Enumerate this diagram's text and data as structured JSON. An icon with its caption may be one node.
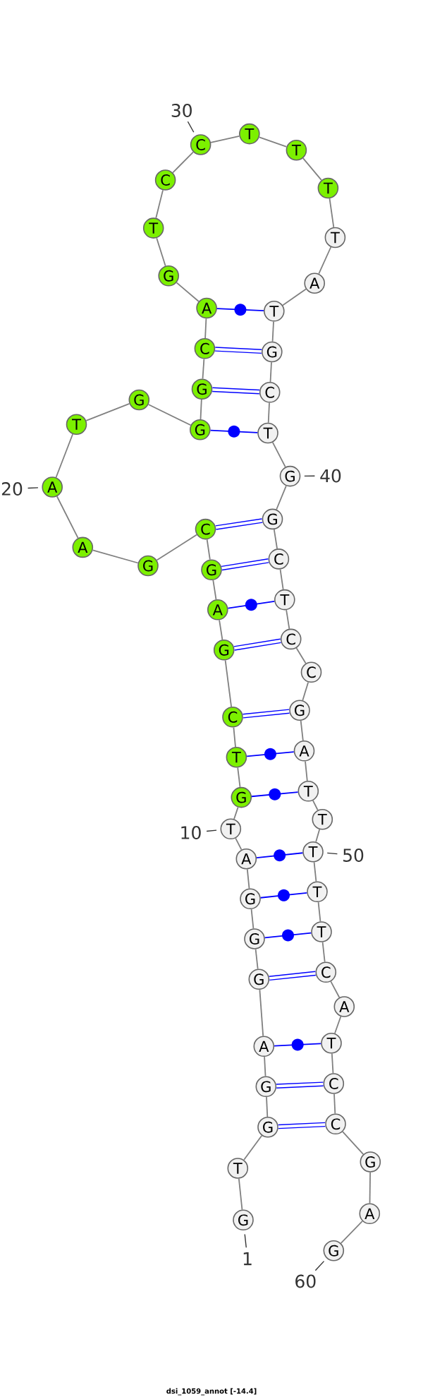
{
  "diagram": {
    "caption": "dsi_1059_annot [-14.4]",
    "nodes": [
      {
        "text": [
          "G"
        ]
      },
      {
        "text": [
          "T"
        ]
      },
      {
        "text": [
          "G"
        ]
      },
      {
        "text": [
          "G"
        ]
      },
      {
        "text": [
          "A"
        ]
      },
      {
        "text": [
          "G"
        ]
      },
      {
        "text": [
          "G"
        ]
      },
      {
        "text": [
          "G"
        ]
      },
      {
        "text": [
          "A"
        ]
      },
      {
        "text": [
          "T"
        ]
      },
      {
        "text": [
          "G"
        ]
      },
      {
        "text": [
          "T"
        ]
      },
      {
        "text": [
          "C"
        ]
      },
      {
        "text": [
          "G"
        ]
      },
      {
        "text": [
          "A"
        ]
      },
      {
        "text": [
          "G"
        ]
      },
      {
        "text": [
          "C"
        ]
      },
      {
        "text": [
          "G"
        ]
      },
      {
        "text": [
          "A"
        ]
      },
      {
        "text": [
          "A"
        ]
      },
      {
        "text": [
          "T"
        ]
      },
      {
        "text": [
          "G"
        ]
      },
      {
        "text": [
          "G"
        ]
      },
      {
        "text": [
          "G"
        ]
      },
      {
        "text": [
          "C"
        ]
      },
      {
        "text": [
          "A"
        ]
      },
      {
        "text": [
          "G"
        ]
      },
      {
        "text": [
          "T"
        ]
      },
      {
        "text": [
          "C"
        ]
      },
      {
        "text": [
          "C"
        ]
      },
      {
        "text": [
          "T"
        ]
      },
      {
        "text": [
          "T"
        ]
      },
      {
        "text": [
          "T"
        ]
      },
      {
        "text": [
          "T"
        ]
      },
      {
        "text": [
          "A"
        ]
      },
      {
        "text": [
          "T"
        ]
      },
      {
        "text": [
          "G"
        ]
      },
      {
        "text": [
          "C"
        ]
      },
      {
        "text": [
          "T"
        ]
      },
      {
        "text": [
          "G"
        ]
      },
      {
        "text": [
          "G"
        ]
      },
      {
        "text": [
          "C"
        ]
      },
      {
        "text": [
          "T"
        ]
      },
      {
        "text": [
          "C"
        ]
      },
      {
        "text": [
          "C"
        ]
      },
      {
        "text": [
          "G"
        ]
      },
      {
        "text": [
          "A"
        ]
      },
      {
        "text": [
          "T"
        ]
      },
      {
        "text": [
          "T"
        ]
      },
      {
        "text": [
          "T"
        ]
      },
      {
        "text": [
          "T"
        ]
      },
      {
        "text": [
          "T"
        ]
      },
      {
        "text": [
          "C"
        ]
      },
      {
        "text": [
          "A"
        ]
      },
      {
        "text": [
          "T"
        ]
      },
      {
        "text": [
          "C"
        ]
      },
      {
        "text": [
          "C"
        ]
      },
      {
        "text": [
          "G"
        ]
      },
      {
        "text": [
          "A"
        ]
      },
      {
        "text": [
          "G"
        ]
      },
      {
        "text": [
          "1"
        ]
      },
      {
        "text": [
          "10"
        ]
      },
      {
        "text": [
          "20"
        ]
      },
      {
        "text": [
          "30"
        ]
      },
      {
        "text": [
          "40"
        ]
      },
      {
        "text": [
          "50"
        ]
      },
      {
        "text": [
          "60"
        ]
      }
    ],
    "edges": [
      {
        "from": 0,
        "to": 1,
        "arrow": "none"
      },
      {
        "from": 1,
        "to": 2,
        "arrow": "none"
      },
      {
        "from": 2,
        "to": 3,
        "arrow": "none"
      },
      {
        "from": 3,
        "to": 4,
        "arrow": "none"
      },
      {
        "from": 4,
        "to": 5,
        "arrow": "none"
      },
      {
        "from": 5,
        "to": 6,
        "arrow": "none"
      },
      {
        "from": 6,
        "to": 7,
        "arrow": "none"
      },
      {
        "from": 7,
        "to": 8,
        "arrow": "none"
      },
      {
        "from": 8,
        "to": 9,
        "arrow": "none"
      },
      {
        "from": 9,
        "to": 10,
        "arrow": "none"
      },
      {
        "from": 10,
        "to": 11,
        "arrow": "none"
      },
      {
        "from": 11,
        "to": 12,
        "arrow": "none"
      },
      {
        "from": 12,
        "to": 13,
        "arrow": "none"
      },
      {
        "from": 13,
        "to": 14,
        "arrow": "none"
      },
      {
        "from": 14,
        "to": 15,
        "arrow": "none"
      },
      {
        "from": 15,
        "to": 16,
        "arrow": "none"
      },
      {
        "from": 16,
        "to": 17,
        "arrow": "none"
      },
      {
        "from": 17,
        "to": 18,
        "arrow": "none"
      },
      {
        "from": 18,
        "to": 19,
        "arrow": "none"
      },
      {
        "from": 19,
        "to": 20,
        "arrow": "none"
      },
      {
        "from": 20,
        "to": 21,
        "arrow": "none"
      },
      {
        "from": 21,
        "to": 22,
        "arrow": "none"
      },
      {
        "from": 22,
        "to": 23,
        "arrow": "none"
      },
      {
        "from": 23,
        "to": 24,
        "arrow": "none"
      },
      {
        "from": 24,
        "to": 25,
        "arrow": "none"
      },
      {
        "from": 25,
        "to": 26,
        "arrow": "none"
      },
      {
        "from": 26,
        "to": 27,
        "arrow": "none"
      },
      {
        "from": 27,
        "to": 28,
        "arrow": "none"
      },
      {
        "from": 28,
        "to": 29,
        "arrow": "none"
      },
      {
        "from": 29,
        "to": 30,
        "arrow": "none"
      },
      {
        "from": 30,
        "to": 31,
        "arrow": "none"
      },
      {
        "from": 31,
        "to": 32,
        "arrow": "none"
      },
      {
        "from": 32,
        "to": 33,
        "arrow": "none"
      },
      {
        "from": 33,
        "to": 34,
        "arrow": "none"
      },
      {
        "from": 34,
        "to": 35,
        "arrow": "none"
      },
      {
        "from": 35,
        "to": 36,
        "arrow": "none"
      },
      {
        "from": 36,
        "to": 37,
        "arrow": "none"
      },
      {
        "from": 37,
        "to": 38,
        "arrow": "none"
      },
      {
        "from": 38,
        "to": 39,
        "arrow": "none"
      },
      {
        "from": 39,
        "to": 40,
        "arrow": "none"
      },
      {
        "from": 40,
        "to": 41,
        "arrow": "none"
      },
      {
        "from": 41,
        "to": 42,
        "arrow": "none"
      },
      {
        "from": 42,
        "to": 43,
        "arrow": "none"
      },
      {
        "from": 43,
        "to": 44,
        "arrow": "none"
      },
      {
        "from": 44,
        "to": 45,
        "arrow": "none"
      },
      {
        "from": 45,
        "to": 46,
        "arrow": "none"
      },
      {
        "from": 46,
        "to": 47,
        "arrow": "none"
      },
      {
        "from": 47,
        "to": 48,
        "arrow": "none"
      },
      {
        "from": 48,
        "to": 49,
        "arrow": "none"
      },
      {
        "from": 49,
        "to": 50,
        "arrow": "none"
      },
      {
        "from": 50,
        "to": 51,
        "arrow": "none"
      },
      {
        "from": 51,
        "to": 52,
        "arrow": "none"
      },
      {
        "from": 52,
        "to": 53,
        "arrow": "none"
      },
      {
        "from": 53,
        "to": 54,
        "arrow": "none"
      },
      {
        "from": 54,
        "to": 55,
        "arrow": "none"
      },
      {
        "from": 55,
        "to": 56,
        "arrow": "none"
      },
      {
        "from": 56,
        "to": 57,
        "arrow": "none"
      },
      {
        "from": 57,
        "to": 58,
        "arrow": "none"
      },
      {
        "from": 58,
        "to": 59,
        "arrow": "none"
      },
      {
        "from": 2,
        "to": 56,
        "arrow": "none",
        "style": "thick",
        "color": "#0000ff"
      },
      {
        "from": 3,
        "to": 55,
        "arrow": "none",
        "style": "thick",
        "color": "#0000ff"
      },
      {
        "from": 4,
        "to": 54,
        "arrow": "none",
        "color": "#0000ff"
      },
      {
        "from": 5,
        "to": 52,
        "arrow": "none",
        "style": "thick",
        "color": "#0000ff"
      },
      {
        "from": 6,
        "to": 51,
        "arrow": "none",
        "color": "#0000ff"
      },
      {
        "from": 7,
        "to": 50,
        "arrow": "none",
        "color": "#0000ff"
      },
      {
        "from": 8,
        "to": 49,
        "arrow": "none",
        "color": "#0000ff"
      },
      {
        "from": 10,
        "to": 47,
        "arrow": "none",
        "color": "#0000ff"
      },
      {
        "from": 11,
        "to": 46,
        "arrow": "none",
        "color": "#0000ff"
      },
      {
        "from": 12,
        "to": 45,
        "arrow": "none",
        "style": "thick",
        "color": "#0000ff"
      },
      {
        "from": 13,
        "to": 43,
        "arrow": "none",
        "style": "thick",
        "color": "#0000ff"
      },
      {
        "from": 14,
        "to": 42,
        "arrow": "none",
        "color": "#0000ff"
      },
      {
        "from": 15,
        "to": 41,
        "arrow": "none",
        "style": "thick",
        "color": "#0000ff"
      },
      {
        "from": 16,
        "to": 40,
        "arrow": "none",
        "style": "thick",
        "color": "#0000ff"
      },
      {
        "from": 22,
        "to": 38,
        "arrow": "none",
        "color": "#0000ff"
      },
      {
        "from": 23,
        "to": 37,
        "arrow": "none",
        "style": "thick",
        "color": "#0000ff"
      },
      {
        "from": 24,
        "to": 36,
        "arrow": "none",
        "style": "thick",
        "color": "#0000ff"
      },
      {
        "from": 25,
        "to": 35,
        "arrow": "none",
        "color": "#0000ff"
      },
      {
        "from": 60,
        "to": 0,
        "arrow": "none",
        "color": "#333333"
      },
      {
        "from": 61,
        "to": 9,
        "arrow": "none",
        "color": "#333333"
      },
      {
        "from": 62,
        "to": 19,
        "arrow": "none",
        "color": "#333333"
      },
      {
        "from": 63,
        "to": 29,
        "arrow": "none",
        "color": "#333333"
      },
      {
        "from": 64,
        "to": 39,
        "arrow": "none",
        "color": "#333333"
      },
      {
        "from": 65,
        "to": 49,
        "arrow": "none",
        "color": "#333333"
      },
      {
        "from": 66,
        "to": 59,
        "arrow": "none",
        "color": "#333333"
      }
    ]
  }
}
